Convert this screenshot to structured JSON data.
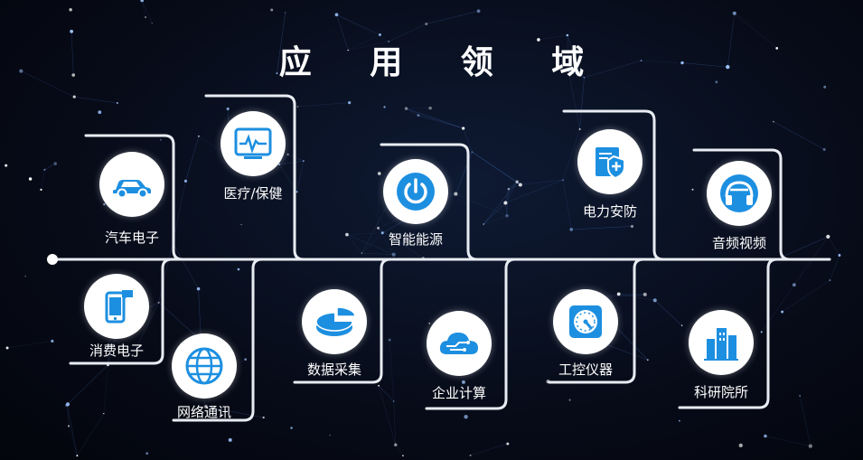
{
  "title": "应 用 领 域",
  "colors": {
    "accent": "#1d8fe0",
    "line": "#e8ecf2"
  },
  "items": [
    {
      "label": "汽车电子",
      "icon": "car-icon"
    },
    {
      "label": "医疗/保健",
      "icon": "heart-monitor-icon"
    },
    {
      "label": "智能能源",
      "icon": "power-icon"
    },
    {
      "label": "电力安防",
      "icon": "shield-document-icon"
    },
    {
      "label": "音频视频",
      "icon": "headphones-icon"
    },
    {
      "label": "消费电子",
      "icon": "smartphone-icon"
    },
    {
      "label": "网络通讯",
      "icon": "globe-icon"
    },
    {
      "label": "数据采集",
      "icon": "pie-chart-icon"
    },
    {
      "label": "企业计算",
      "icon": "cloud-icon"
    },
    {
      "label": "工控仪器",
      "icon": "gauge-icon"
    },
    {
      "label": "科研院所",
      "icon": "buildings-icon"
    }
  ]
}
